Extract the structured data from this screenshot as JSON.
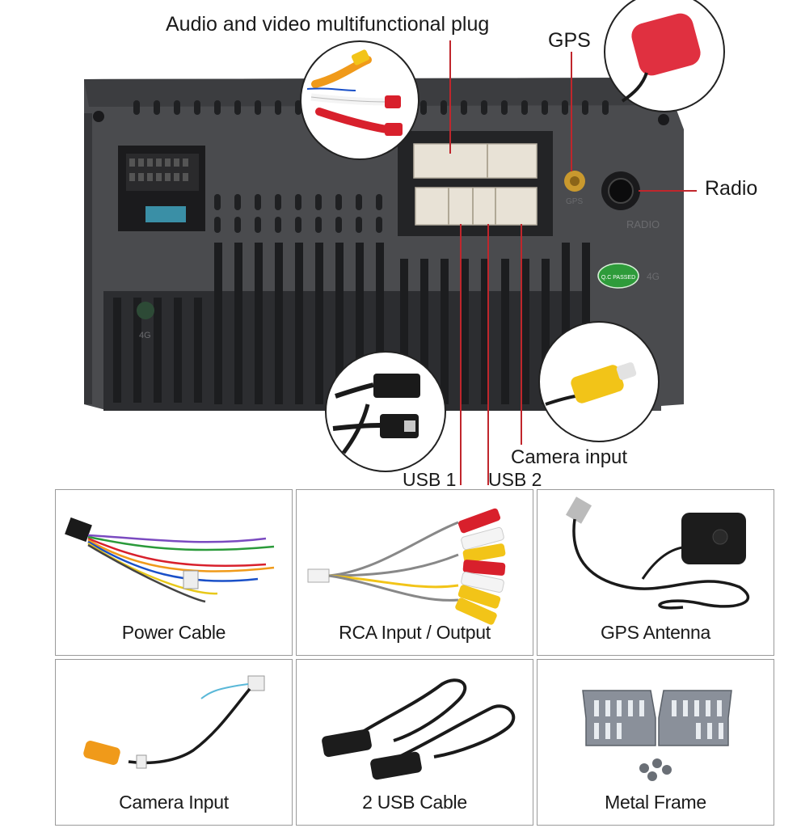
{
  "callouts": {
    "av_plug": "Audio and video multifunctional plug",
    "gps": "GPS",
    "radio": "Radio",
    "camera_input": "Camera input",
    "usb1": "USB 1",
    "usb2": "USB 2"
  },
  "unit_markings": {
    "gps_port": "GPS",
    "radio_port": "RADIO",
    "badge": "Q.C PASSED",
    "port_4g": "4G",
    "port_4g_right": "4G"
  },
  "accessories": [
    {
      "label": "Power Cable"
    },
    {
      "label": "RCA Input / Output"
    },
    {
      "label": "GPS Antenna"
    },
    {
      "label": "Camera Input"
    },
    {
      "label": "2 USB Cable"
    },
    {
      "label": "Metal Frame"
    }
  ],
  "colors": {
    "callout_line": "#c0262c",
    "unit_body": "#4a4b4e",
    "unit_dark": "#2c2d30",
    "connector": "#e8e2d6",
    "rca_red": "#d8202c",
    "rca_yellow": "#f2c418",
    "rca_white": "#f4f4f4",
    "antenna_red": "#e03040",
    "badge_green": "#2e9b3a"
  }
}
